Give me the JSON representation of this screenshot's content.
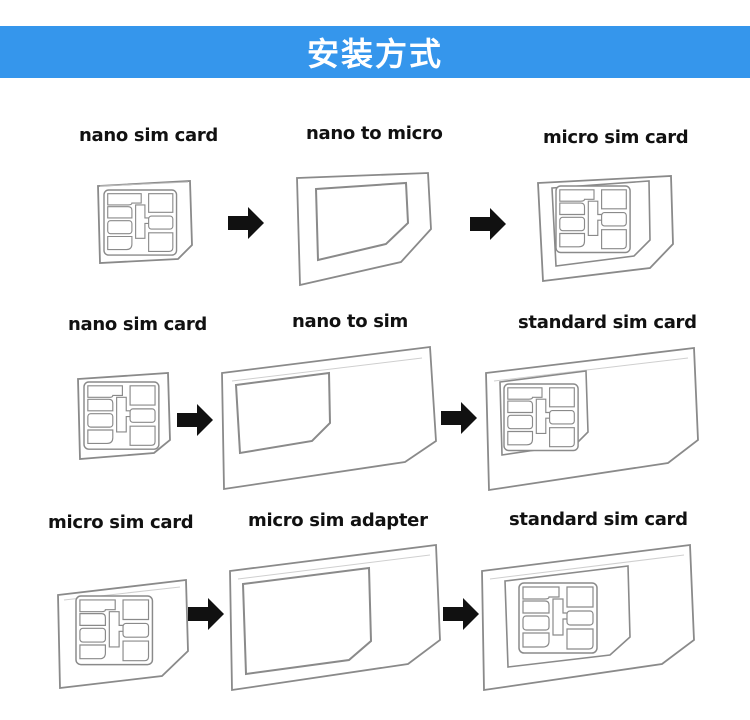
{
  "header": {
    "title": "安装方式"
  },
  "rows": [
    {
      "from_label": "nano sim card",
      "adapter_label": "nano to micro",
      "result_label": "micro sim card"
    },
    {
      "from_label": "nano sim card",
      "adapter_label": "nano to sim",
      "result_label": "standard sim card"
    },
    {
      "from_label": "micro sim card",
      "adapter_label": "micro sim adapter",
      "result_label": "standard sim card"
    }
  ],
  "colors": {
    "banner": "#3596ec",
    "outline": "#8a8a8a",
    "arrow": "#111111"
  }
}
